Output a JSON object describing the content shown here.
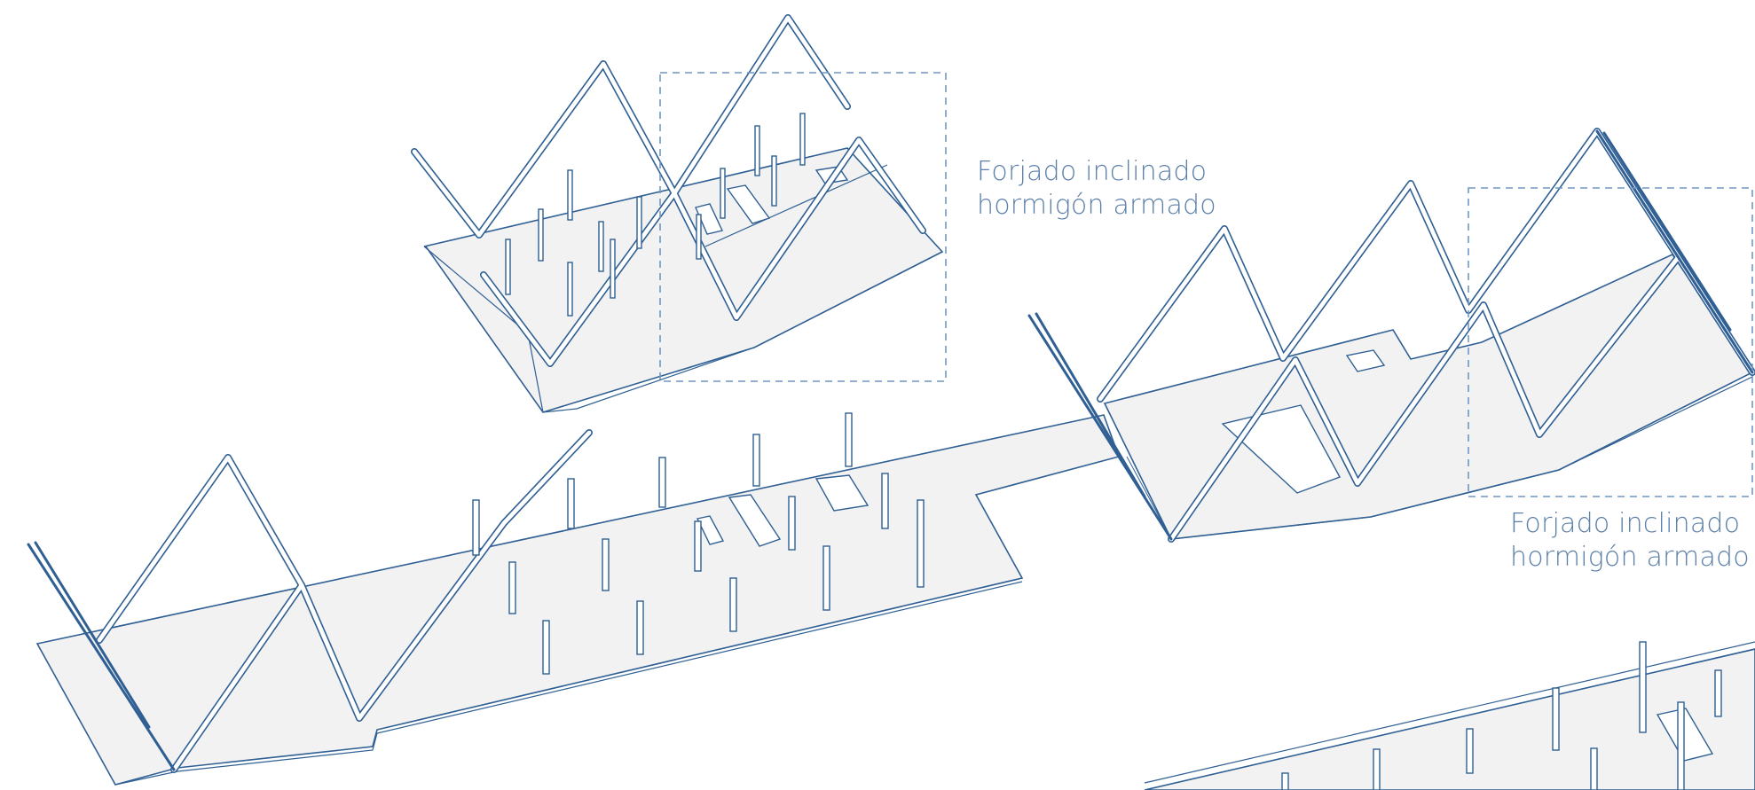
{
  "annotations": [
    {
      "line1": "Forjado inclinado",
      "line2": "hormigón armado"
    },
    {
      "line1": "Forjado inclinado",
      "line2": "hormigón armado"
    }
  ],
  "colors": {
    "stroke": "#2f5f93",
    "slab_fill": "#f2f2f2",
    "dash": "#6f97c4",
    "text": "#5b7fa8"
  }
}
